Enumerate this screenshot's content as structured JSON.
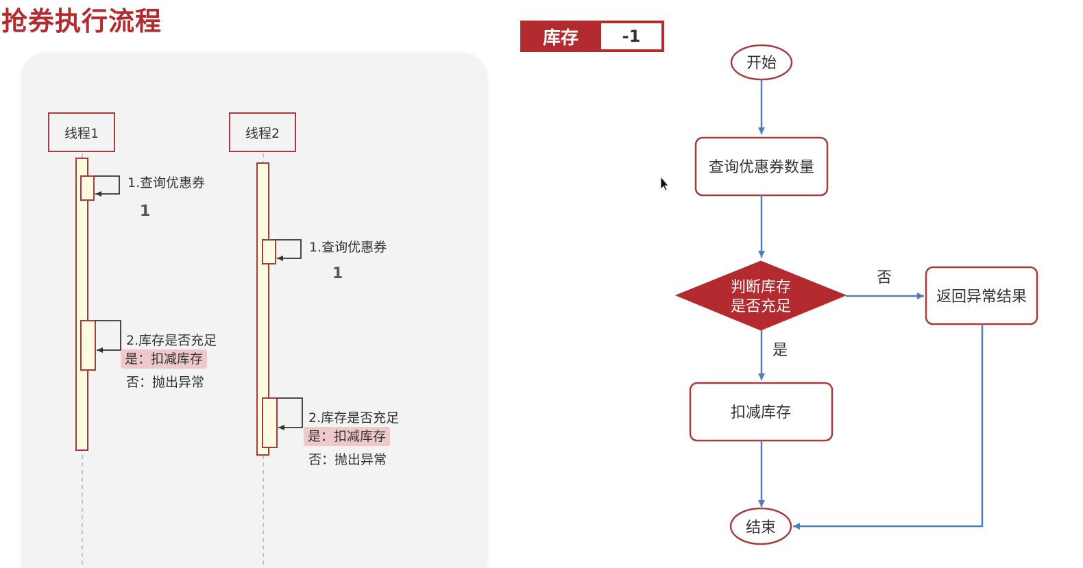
{
  "title": "抢券执行流程",
  "colors": {
    "accent": "#b32b2f",
    "flow_arrow": "#4f7fb8",
    "panel_bg": "#f3f3f3",
    "lifeline_fill": "#fffbe0",
    "highlight": "#efc8c9"
  },
  "stock": {
    "label": "库存",
    "value": "-1"
  },
  "sequence": {
    "threads": [
      {
        "name": "线程1",
        "step1_label": "1.查询优惠券",
        "step1_result": "1",
        "step2_label": "2.库存是否充足",
        "step2_yes": "是：扣减库存",
        "step2_no": "否：抛出异常"
      },
      {
        "name": "线程2",
        "step1_label": "1.查询优惠券",
        "step1_result": "1",
        "step2_label": "2.库存是否充足",
        "step2_yes": "是：扣减库存",
        "step2_no": "否：抛出异常"
      }
    ]
  },
  "flowchart": {
    "start": "开始",
    "query": "查询优惠券数量",
    "decision_line1": "判断库存",
    "decision_line2": "是否充足",
    "no_label": "否",
    "yes_label": "是",
    "error_result": "返回异常结果",
    "deduct": "扣减库存",
    "end": "结束"
  },
  "icons": {
    "cursor": "mouse-pointer-icon"
  }
}
